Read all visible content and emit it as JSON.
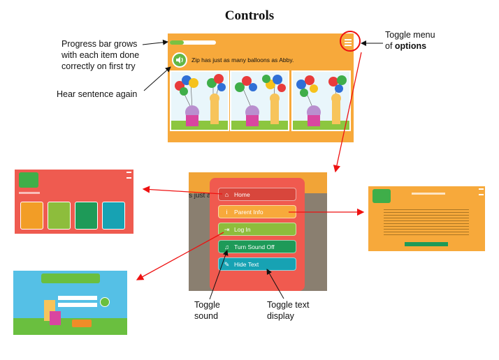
{
  "title": "Controls",
  "notes": {
    "progress": [
      "Progress bar grows",
      "with each item done",
      "correctly on first try"
    ],
    "hear": "Hear sentence again",
    "toggle_menu_line1": "Toggle menu",
    "toggle_menu_line2_prefix": "of ",
    "toggle_menu_line2_bold": "options",
    "toggle_sound": [
      "Toggle",
      "sound"
    ],
    "toggle_text": [
      "Toggle text",
      "display"
    ]
  },
  "game": {
    "sentence": "Zip has just as many balloons as Abby.",
    "progress_fraction": 0.3
  },
  "menu": {
    "behind_text": "s just a",
    "items": [
      {
        "label": "Home",
        "icon": "home-icon",
        "glyph": "⌂",
        "color": "#d8463c"
      },
      {
        "label": "Parent Info",
        "icon": "info-icon",
        "glyph": "i",
        "color": "#f7a93b"
      },
      {
        "label": "Log In",
        "icon": "login-icon",
        "glyph": "⇥",
        "color": "#8dbd3c"
      },
      {
        "label": "Turn Sound Off",
        "icon": "music-icon",
        "glyph": "♫",
        "color": "#1e9a58"
      },
      {
        "label": "Hide Text",
        "icon": "hide-text-icon",
        "glyph": "✎",
        "color": "#17a2b3"
      }
    ]
  },
  "colors": {
    "accent_red": "#e11111",
    "game_orange": "#f7a93b",
    "menu_red": "#f05a4f"
  }
}
